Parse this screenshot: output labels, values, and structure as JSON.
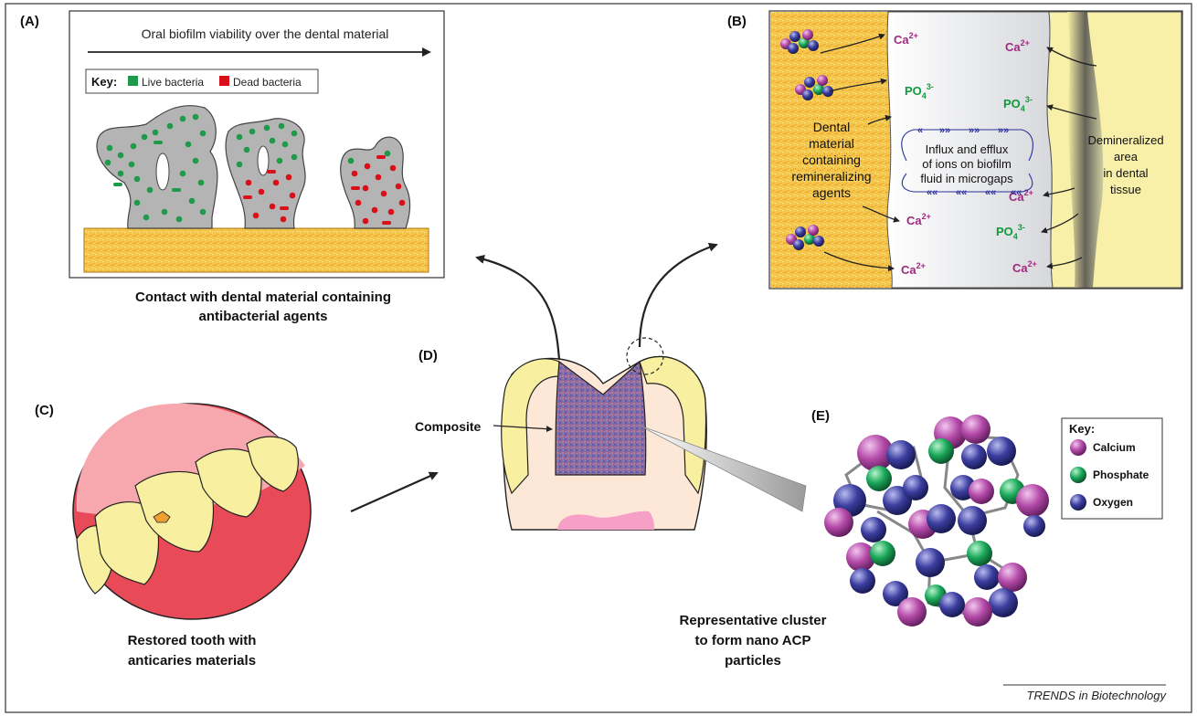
{
  "panel_a": {
    "label": "(A)",
    "arrow_text": "Oral biofilm viability over the dental material",
    "key_title": "Key:",
    "key_live": "Live bacteria",
    "key_dead": "Dead bacteria",
    "caption_line1": "Contact with dental material containing",
    "caption_line2": "antibacterial agents",
    "colors": {
      "live": "#1f9a4a",
      "dead": "#d9101a",
      "biofilm": "#b4b4b4",
      "material": "#f2c548"
    }
  },
  "panel_b": {
    "label": "(B)",
    "material_text": [
      "Dental",
      "material",
      "containing",
      "remineralizing",
      "agents"
    ],
    "flux_text": [
      "Influx and efflux",
      "of ions on biofilm",
      "fluid in microgaps"
    ],
    "demin_text": [
      "Demineralized",
      "area",
      "in dental",
      "tissue"
    ],
    "ion_ca": "Ca",
    "ion_ca_sup": "2+",
    "ion_po": "PO",
    "ion_po_sub": "4",
    "ion_po_sup": "3-",
    "colors": {
      "calcium_ion": "#a0287e",
      "phosphate_ion": "#109a3c",
      "flux_arrows": "#2a2f9a"
    }
  },
  "panel_c": {
    "label": "(C)",
    "caption_line1": "Restored tooth with",
    "caption_line2": "anticaries materials"
  },
  "panel_d": {
    "label": "(D)",
    "composite_label": "Composite"
  },
  "panel_e": {
    "label": "(E)",
    "caption_line1": "Representative cluster",
    "caption_line2": "to form nano ACP",
    "caption_line3": "particles",
    "key_title": "Key:",
    "key_items": [
      "Calcium",
      "Phosphate",
      "Oxygen"
    ],
    "colors": {
      "calcium": "#b44aa8",
      "phosphate": "#1aa85a",
      "oxygen": "#3c3ea0"
    }
  },
  "footer": {
    "credit": "TRENDS in Biotechnology"
  }
}
